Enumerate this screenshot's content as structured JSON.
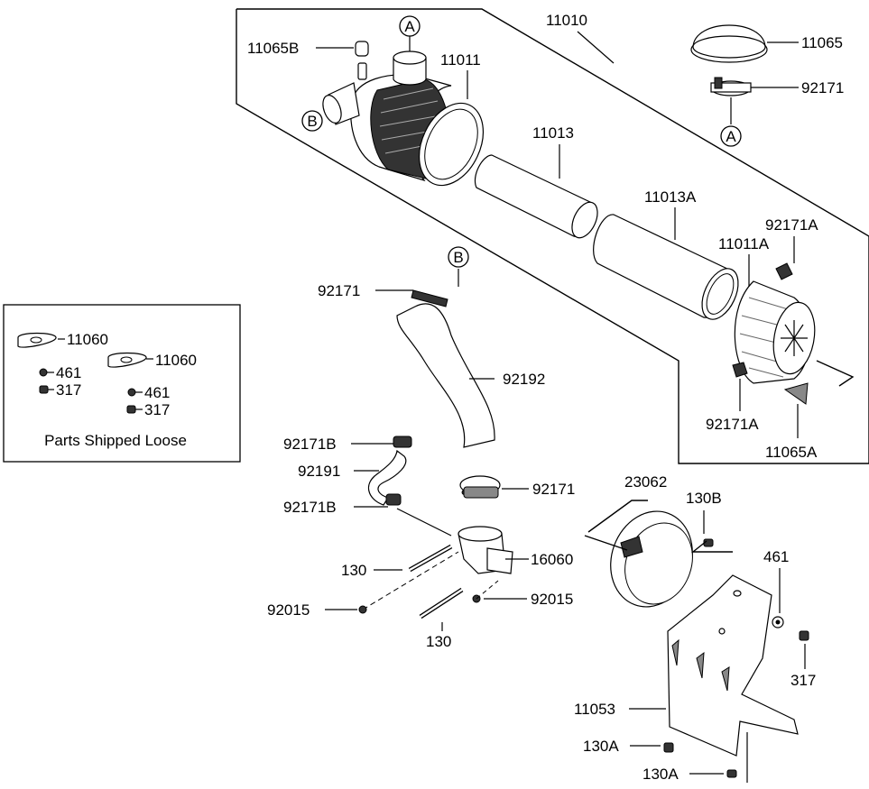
{
  "callouts": {
    "a_top": "A",
    "a_right": "A",
    "b_left": "B",
    "b_mid": "B"
  },
  "labels": {
    "p11010": "11010",
    "p11065B": "11065B",
    "p11011": "11011",
    "p11065": "11065",
    "p92171_top": "92171",
    "p11013": "11013",
    "p11013A": "11013A",
    "p92171A_top": "92171A",
    "p11011A": "11011A",
    "p92171A_bot": "92171A",
    "p11065A": "11065A",
    "p92171_mid": "92171",
    "p92192": "92192",
    "p92171B_top": "92171B",
    "p92191": "92191",
    "p92171_lower": "92171",
    "p92171B_bot": "92171B",
    "p130_left": "130",
    "p16060": "16060",
    "p92015_left": "92015",
    "p92015_right": "92015",
    "p130_bottom": "130",
    "p23062": "23062",
    "p130B": "130B",
    "p461": "461",
    "p317": "317",
    "p11053": "11053",
    "p130A_1": "130A",
    "p130A_2": "130A"
  },
  "loose_box": {
    "p11060_a": "11060",
    "p461_a": "461",
    "p317_a": "317",
    "p11060_b": "11060",
    "p461_b": "461",
    "p317_b": "317",
    "caption": "Parts Shipped Loose"
  }
}
